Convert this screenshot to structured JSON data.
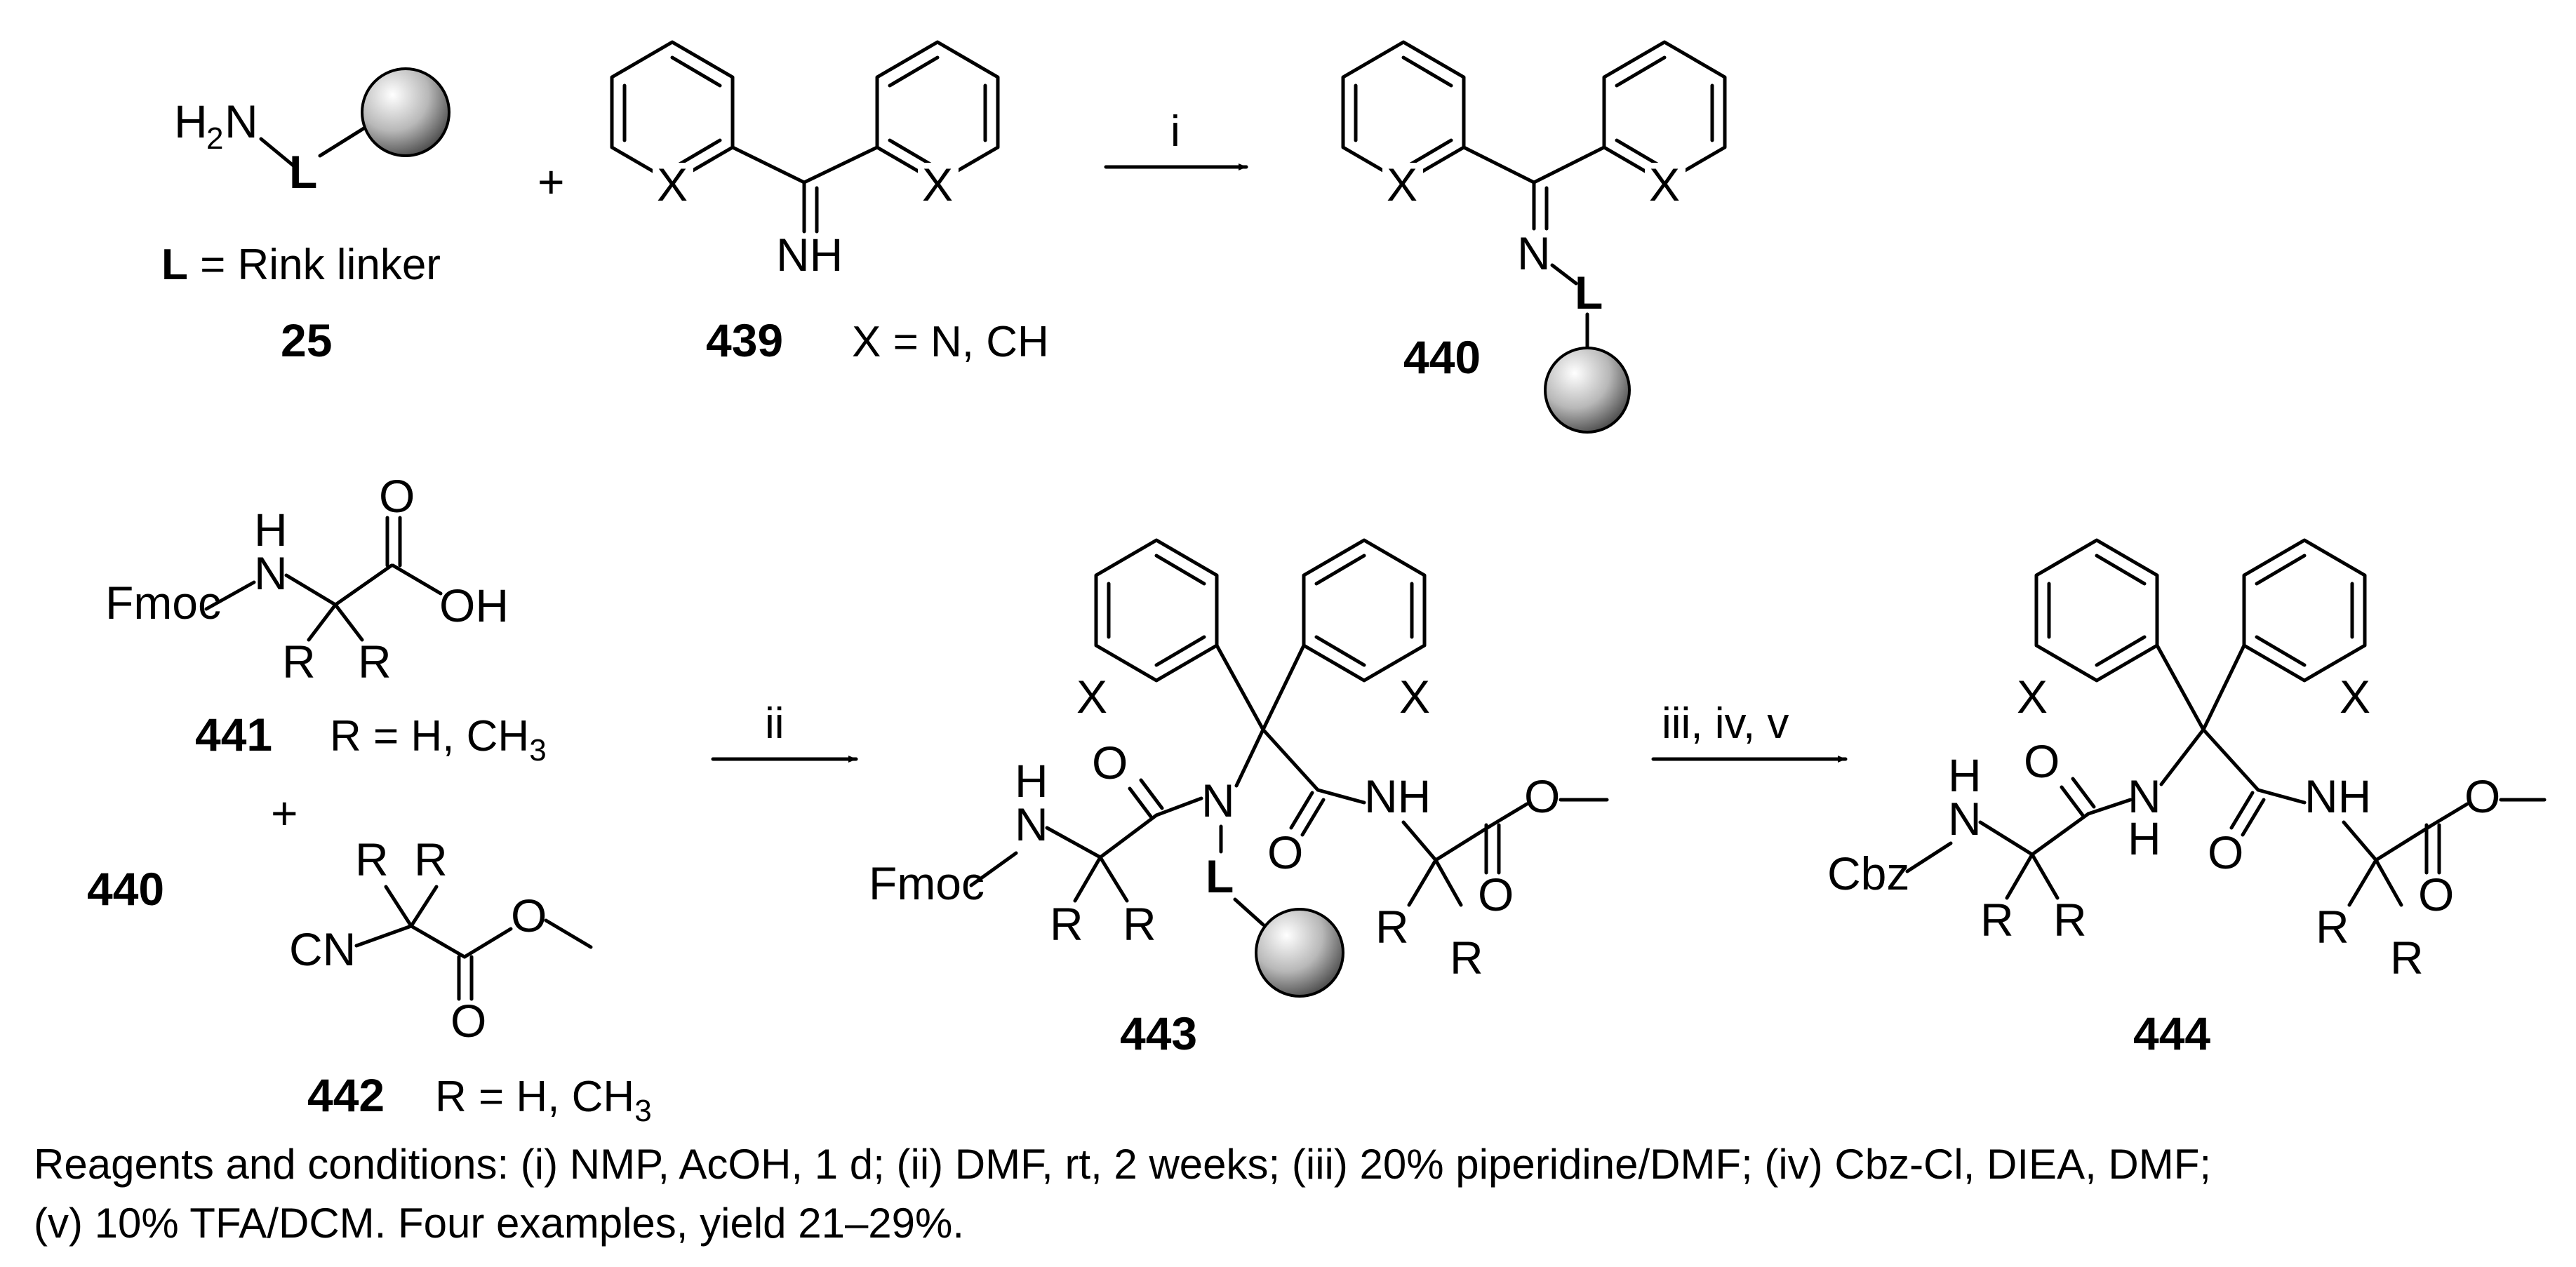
{
  "labels": {
    "h2n": "H",
    "h2n_sub": "2",
    "h2n_n": "N",
    "L": "L",
    "X": "X",
    "N": "N",
    "NH": "NH",
    "H": "H",
    "O": "O",
    "OH": "OH",
    "R": "R",
    "CN": "CN",
    "Fmoc": "Fmoc",
    "Cbz": "Cbz",
    "plus": "+"
  },
  "compounds": {
    "c25": {
      "number": "25",
      "legend_bold": "L",
      "legend_rest": " = Rink linker"
    },
    "c439": {
      "number": "439",
      "legend": "X = N, CH"
    },
    "c440": {
      "number": "440"
    },
    "c441": {
      "number": "441",
      "legend": "R = H, CH",
      "legend_sub": "3"
    },
    "c442": {
      "number": "442",
      "legend": "R = H, CH",
      "legend_sub": "3"
    },
    "c443": {
      "number": "443"
    },
    "c444": {
      "number": "444"
    }
  },
  "arrows": {
    "step1": "i",
    "step2": "ii",
    "step3": "iii, iv, v"
  },
  "conditions": {
    "line1": "Reagents and conditions: (i) NMP, AcOH, 1 d; (ii) DMF, rt, 2 weeks; (iii) 20% piperidine/DMF; (iv) Cbz-Cl, DIEA, DMF;",
    "line2": "(v) 10% TFA/DCM. Four examples, yield 21–29%."
  },
  "colors": {
    "bead_light": "#ffffff",
    "bead_dark": "#5a5a5a",
    "ink": "#000000"
  }
}
